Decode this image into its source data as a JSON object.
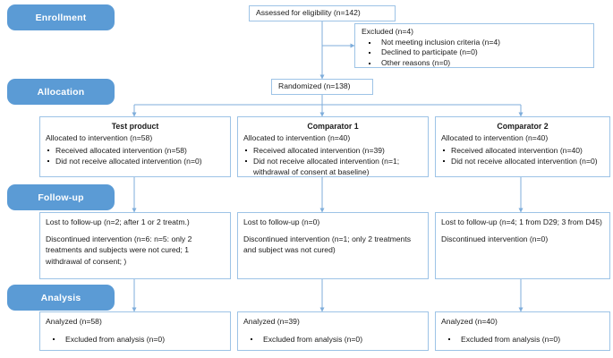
{
  "diagram": {
    "title": "CONSORT participant flow diagram",
    "accent_color": "#5B9BD5",
    "border_color": "#9DC3E6",
    "connector_color": "#7FAEDB"
  },
  "stages": [
    {
      "id": "enrollment",
      "label": "Enrollment"
    },
    {
      "id": "allocation",
      "label": "Allocation"
    },
    {
      "id": "followup",
      "label": "Follow-up"
    },
    {
      "id": "analysis",
      "label": "Analysis"
    }
  ],
  "enrollment": {
    "assessed": "Assessed  for eligibility  (n=142)",
    "excluded_title": "Excluded  (n=4)",
    "excluded_reasons": [
      "Not meeting inclusion criteria (n=4)",
      "Declined to participate  (n=0)",
      "Other reasons  (n=0)"
    ],
    "randomized": "Randomized  (n=138)"
  },
  "allocation": [
    {
      "title": "Test product",
      "allocated": "Allocated  to intervention  (n=58)",
      "bullets": [
        "Received  allocated  intervention  (n=58)",
        "Did not receive allocated  intervention (n=0)"
      ]
    },
    {
      "title": "Comparator 1",
      "allocated": "Allocated  to intervention  (n=40)",
      "bullets": [
        "Received  allocated  intervention  (n=39)",
        "Did not receive allocated  intervention (n=1; withdrawal  of consent  at baseline)"
      ]
    },
    {
      "title": "Comparator 2",
      "allocated": "Allocated  to intervention  (n=40)",
      "bullets": [
        "Received  allocated  intervention  (n=40)",
        "Did not receive allocated  intervention (n=0)"
      ]
    }
  ],
  "followup": [
    {
      "lost": "Lost to follow-up  (n=2; after 1 or 2 treatm.)",
      "discontinued": "Discontinued  intervention  (n=6: n=5: only 2 treatments  and subjects  were not cured; 1 withdrawal of consent; )"
    },
    {
      "lost": "Lost to follow-up  (n=0)",
      "discontinued": "Discontinued  intervention  (n=1; only 2 treatments  and subject  was not cured)"
    },
    {
      "lost": "Lost to follow-up  (n=4; 1 from D29; 3 from D45)",
      "discontinued": "Discontinued  intervention  (n=0)"
    }
  ],
  "analysis": [
    {
      "analyzed": "Analyzed  (n=58)",
      "excluded": "Excluded  from analysis (n=0)"
    },
    {
      "analyzed": "Analyzed  (n=39)",
      "excluded": "Excluded  from analysis (n=0)"
    },
    {
      "analyzed": "Analyzed  (n=40)",
      "excluded": "Excluded  from analysis (n=0)"
    }
  ]
}
